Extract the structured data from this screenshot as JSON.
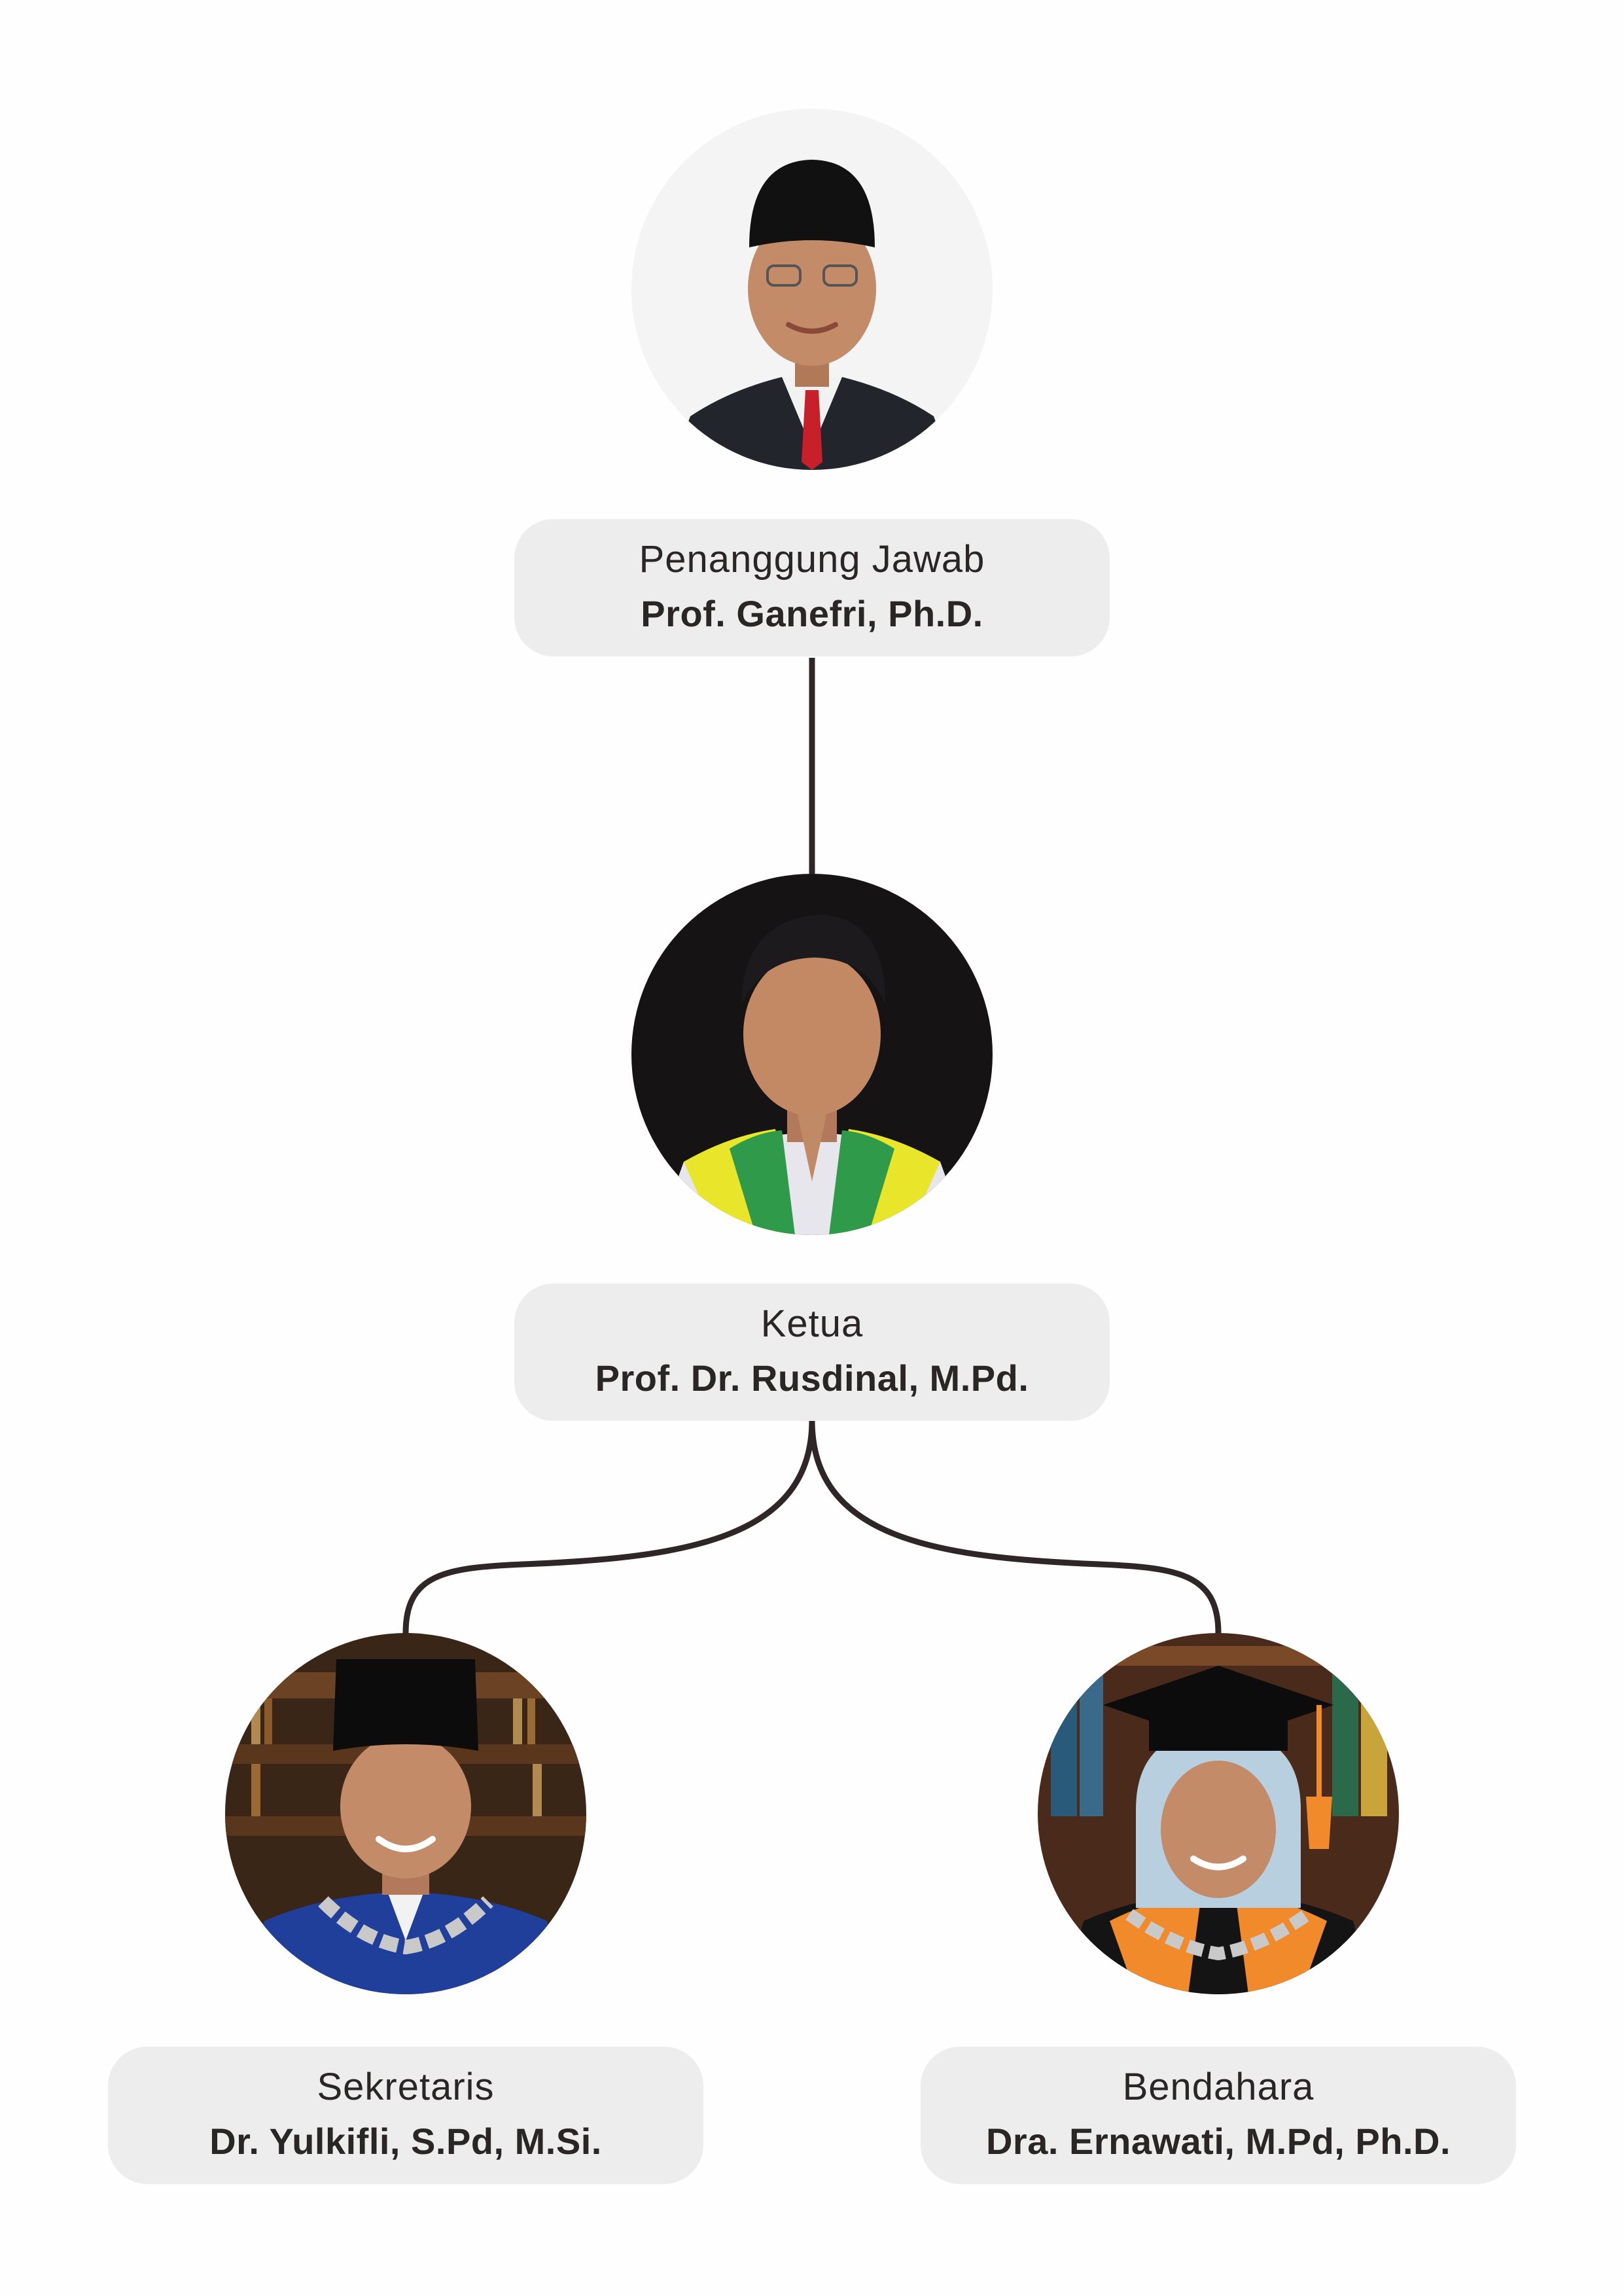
{
  "org_chart": {
    "members": [
      {
        "id": "penanggung-jawab",
        "role": "Penanggung Jawab",
        "name": "Prof. Ganefri, Ph.D."
      },
      {
        "id": "ketua",
        "role": "Ketua",
        "name": "Prof. Dr. Rusdinal, M.Pd."
      },
      {
        "id": "sekretaris",
        "role": "Sekretaris",
        "name": "Dr. Yulkifli, S.Pd, M.Si."
      },
      {
        "id": "bendahara",
        "role": "Bendahara",
        "name": "Dra. Ernawati, M.Pd, Ph.D."
      }
    ],
    "links": [
      {
        "from": "penanggung-jawab",
        "to": "ketua"
      },
      {
        "from": "ketua",
        "to": "sekretaris"
      },
      {
        "from": "ketua",
        "to": "bendahara"
      }
    ]
  },
  "colors": {
    "card_background": "#ededed",
    "text": "#2b2626",
    "connector": "#2f2727"
  }
}
